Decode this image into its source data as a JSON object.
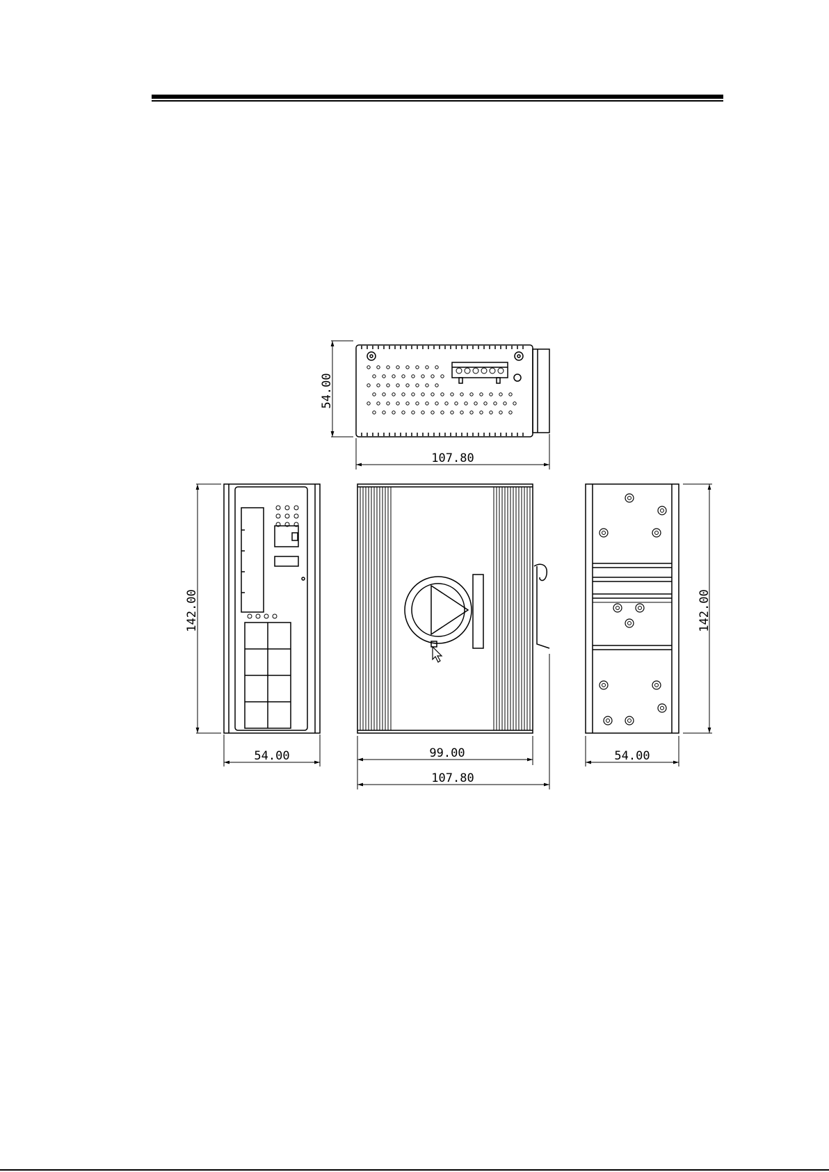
{
  "drawing": {
    "dimensions": {
      "top_height": "54.00",
      "top_width": "107.80",
      "left_height": "142.00",
      "left_width": "54.00",
      "front_inner_width": "99.00",
      "front_outer_width": "107.80",
      "right_height": "142.00",
      "right_width": "54.00"
    }
  }
}
